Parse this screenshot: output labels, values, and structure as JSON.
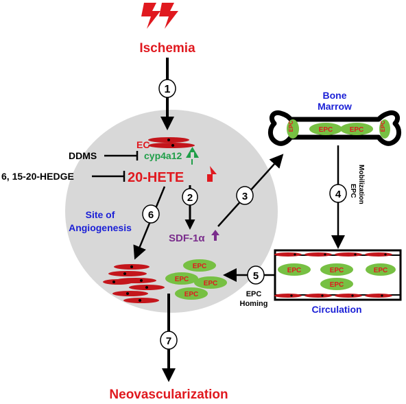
{
  "labels": {
    "ischemia": "Ischemia",
    "ec": "EC",
    "cyp": "cyp4a12",
    "ddms": "DDMS",
    "hedge": "6, 15-20-HEDGE",
    "hete": "20-HETE",
    "sdf": "SDF-1α",
    "site_line1": "Site of",
    "site_line2": "Angiogenesis",
    "bone_line1": "Bone",
    "bone_line2": "Marrow",
    "mobil_line1": "EPC",
    "mobil_line2": "Mobilization",
    "homing_line1": "EPC",
    "homing_line2": "Homing",
    "circulation": "Circulation",
    "neovasc": "Neovascularization",
    "epc": "EPC"
  },
  "steps": [
    "1",
    "2",
    "3",
    "4",
    "5",
    "6",
    "7"
  ],
  "colors": {
    "red": "#e0191f",
    "green": "#1f9e48",
    "purple": "#7a2d8c",
    "blue": "#1a1fd6",
    "ellipse": "#d8d8d8",
    "cell_green": "#77c043",
    "vessel_red": "#c4161c"
  }
}
